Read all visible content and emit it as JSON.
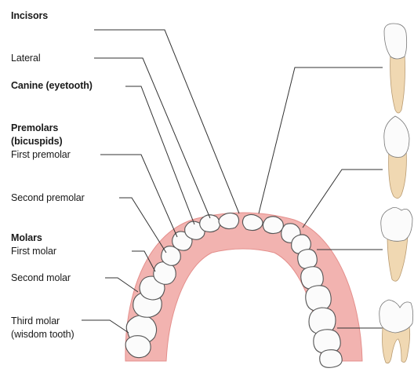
{
  "labels": {
    "incisors": "Incisors",
    "lateral": "Lateral",
    "canine": "Canine (eyetooth)",
    "premolars_line1": "Premolars",
    "premolars_line2": "(bicuspids)",
    "first_premolar": "First premolar",
    "second_premolar": "Second premolar",
    "molars": "Molars",
    "first_molar": "First molar",
    "second_molar": "Second molar",
    "third_molar_line1": "Third molar",
    "third_molar_line2": "(wisdom tooth)"
  },
  "colors": {
    "gum": "#f2b3b0",
    "gum_edge": "#e48f8c",
    "tooth": "#fbfbfb",
    "tooth_outline": "#555555",
    "root": "#f0d8b2",
    "leader_line": "#333333"
  }
}
